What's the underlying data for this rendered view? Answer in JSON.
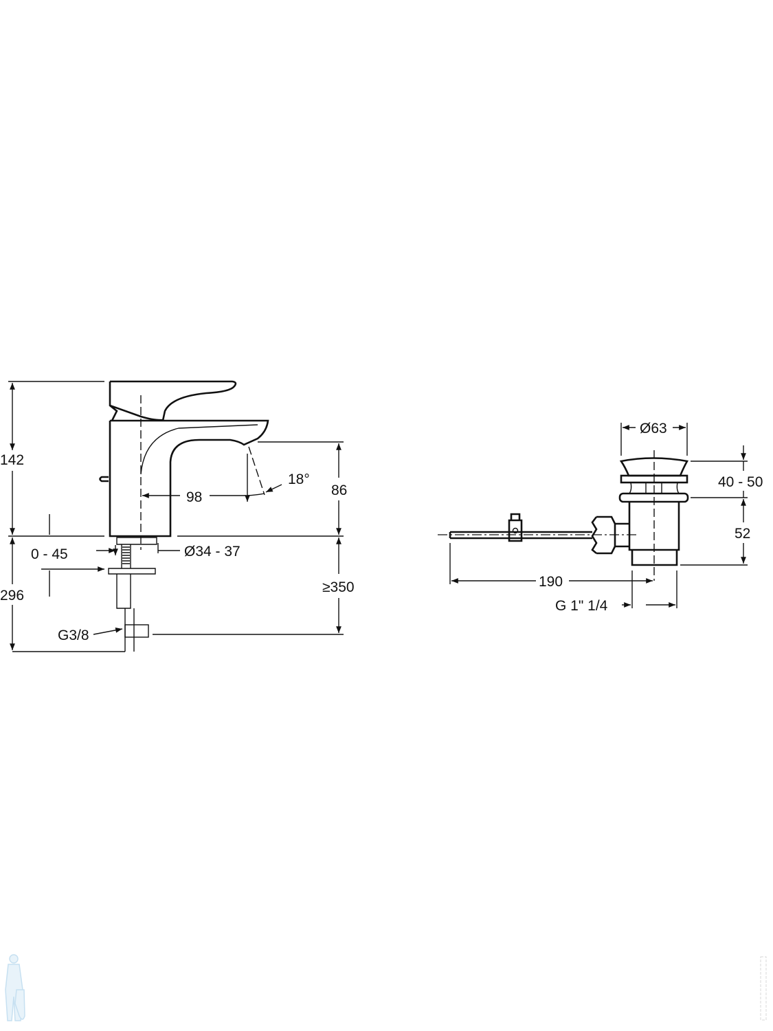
{
  "faucet": {
    "dimensions": {
      "height_total": "142",
      "below_deck": "296",
      "spout_height": "86",
      "min_clearance": "≥350",
      "spout_reach": "98",
      "spout_angle": "18°",
      "deck_thickness": "0 - 45",
      "hole_diameter": "Ø34 - 37",
      "connection_thread": "G3/8"
    }
  },
  "drain": {
    "dimensions": {
      "cap_diameter": "Ø63",
      "cap_stroke": "40 - 50",
      "body_height": "52",
      "rod_length": "190",
      "outlet_thread": "G 1\" 1/4"
    }
  },
  "colors": {
    "line": "#111111",
    "watermark": "#b9d9ee"
  }
}
